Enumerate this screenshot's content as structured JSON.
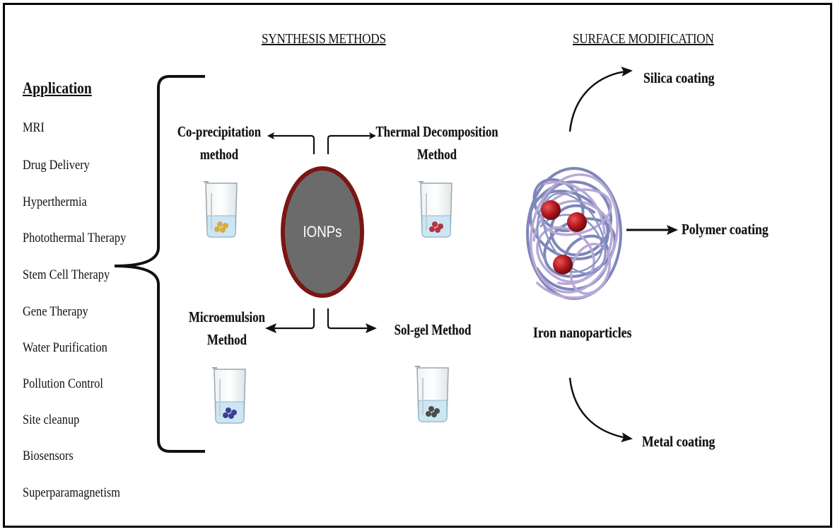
{
  "headings": {
    "synthesis": "SYNTHESIS METHODS",
    "surface": "SURFACE MODIFICATION"
  },
  "application": {
    "title": "Application",
    "items": [
      "MRI",
      "Drug Delivery",
      "Hyperthermia",
      "Photothermal Therapy",
      "Stem Cell Therapy",
      "Gene Therapy",
      "Water Purification",
      "Pollution Control",
      "Site cleanup",
      "Biosensors",
      "Superparamagnetism"
    ]
  },
  "center": {
    "label": "IONPs"
  },
  "methods": {
    "coprecipitation": {
      "line1": "Co-precipitation",
      "line2": "method"
    },
    "thermal": {
      "line1": "Thermal Decomposition",
      "line2": "Method"
    },
    "microemulsion": {
      "line1": "Microemulsion",
      "line2": "Method"
    },
    "solgel": {
      "line1": "Sol-gel Method"
    }
  },
  "nanoparticle": {
    "label": "Iron nanoparticles"
  },
  "coatings": {
    "silica": "Silica coating",
    "polymer": "Polymer coating",
    "metal": "Metal coating"
  },
  "colors": {
    "ionp_fill": "#6b6b6b",
    "ionp_ring": "#7a1616",
    "particle": "#b3171b",
    "liquid": "#cde6f4",
    "fiber_light": "#b7a9d8",
    "fiber_dark": "#7d87b8"
  }
}
